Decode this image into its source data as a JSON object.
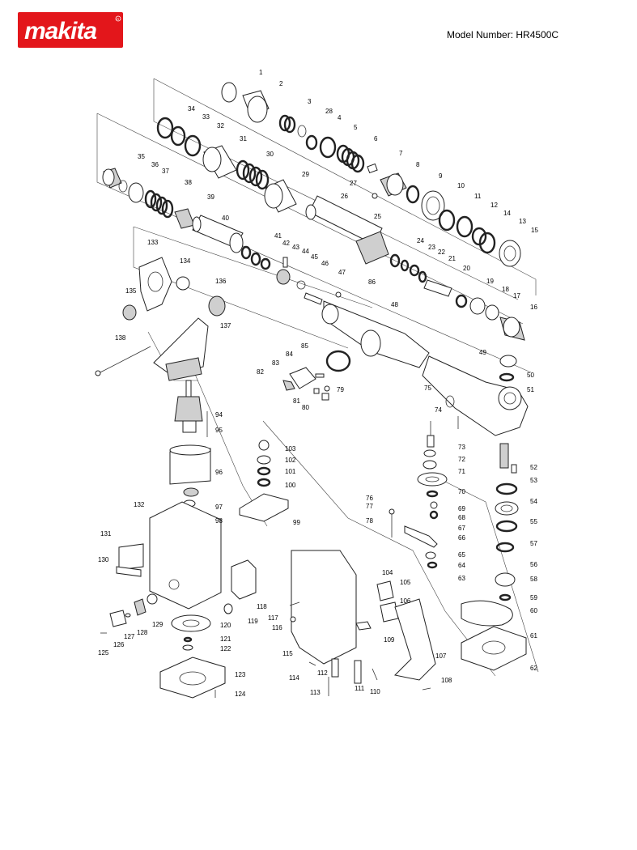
{
  "brand": {
    "name": "makita",
    "color": "#e3161b"
  },
  "header": {
    "model_label": "Model Number: HR4500C"
  },
  "part_numbers": [
    "1",
    "2",
    "3",
    "4",
    "5",
    "6",
    "7",
    "8",
    "9",
    "10",
    "11",
    "12",
    "13",
    "14",
    "15",
    "16",
    "17",
    "18",
    "19",
    "20",
    "21",
    "22",
    "23",
    "24",
    "25",
    "26",
    "27",
    "28",
    "29",
    "30",
    "31",
    "32",
    "33",
    "34",
    "35",
    "36",
    "37",
    "38",
    "39",
    "40",
    "41",
    "42",
    "43",
    "44",
    "45",
    "46",
    "47",
    "48",
    "49",
    "50",
    "51",
    "52",
    "53",
    "54",
    "55",
    "56",
    "57",
    "58",
    "59",
    "60",
    "61",
    "62",
    "63",
    "64",
    "65",
    "66",
    "67",
    "68",
    "69",
    "70",
    "71",
    "72",
    "73",
    "74",
    "75",
    "76",
    "77",
    "78",
    "79",
    "80",
    "81",
    "82",
    "83",
    "84",
    "85",
    "86",
    "94",
    "95",
    "96",
    "97",
    "98",
    "99",
    "100",
    "101",
    "102",
    "103",
    "104",
    "105",
    "106",
    "107",
    "108",
    "109",
    "110",
    "111",
    "112",
    "113",
    "114",
    "115",
    "116",
    "117",
    "118",
    "119",
    "120",
    "121",
    "122",
    "123",
    "124",
    "125",
    "126",
    "127",
    "128",
    "129",
    "130",
    "131",
    "132",
    "133",
    "134",
    "135",
    "136",
    "137",
    "138"
  ]
}
